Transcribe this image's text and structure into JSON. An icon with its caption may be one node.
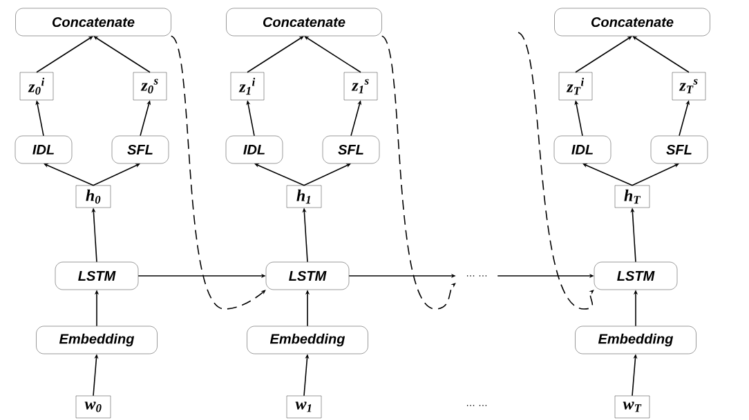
{
  "diagram": {
    "nodes": [
      {
        "text": [
          "Concatenate"
        ]
      },
      {
        "text": [
          "z$_{0}$$^{i}$"
        ]
      },
      {
        "text": [
          "z$_{0}$$^{s}$"
        ]
      },
      {
        "text": [
          "IDL"
        ]
      },
      {
        "text": [
          "SFL"
        ]
      },
      {
        "text": [
          "h$_{0}$"
        ]
      },
      {
        "text": [
          "LSTM"
        ]
      },
      {
        "text": [
          "Embedding"
        ]
      },
      {
        "text": [
          "w$_{0}$"
        ]
      },
      {
        "text": [
          "Concatenate"
        ]
      },
      {
        "text": [
          "z$_{1}$$^{i}$"
        ]
      },
      {
        "text": [
          "z$_{1}$$^{s}$"
        ]
      },
      {
        "text": [
          "IDL"
        ]
      },
      {
        "text": [
          "SFL"
        ]
      },
      {
        "text": [
          "h$_{1}$"
        ]
      },
      {
        "text": [
          "LSTM"
        ]
      },
      {
        "text": [
          "Embedding"
        ]
      },
      {
        "text": [
          "w$_{1}$"
        ]
      },
      {
        "text": [
          "… …"
        ]
      },
      {
        "text": [
          "Concatenate"
        ]
      },
      {
        "text": [
          "z$_{T}$$^{i}$"
        ]
      },
      {
        "text": [
          "z$_{T}$$^{s}$"
        ]
      },
      {
        "text": [
          "IDL"
        ]
      },
      {
        "text": [
          "SFL"
        ]
      },
      {
        "text": [
          "h$_{T}$"
        ]
      },
      {
        "text": [
          "LSTM"
        ]
      },
      {
        "text": [
          "Embedding"
        ]
      },
      {
        "text": [
          "w$_{T}$"
        ]
      }
    ],
    "edges": [
      {
        "from": 8,
        "to": 7,
        "arrow": "to"
      },
      {
        "from": 7,
        "to": 6,
        "arrow": "to"
      },
      {
        "from": 6,
        "to": 5,
        "arrow": "to"
      },
      {
        "from": 5,
        "to": 3,
        "arrow": "to"
      },
      {
        "from": 5,
        "to": 4,
        "arrow": "to"
      },
      {
        "from": 3,
        "to": 1,
        "arrow": "to"
      },
      {
        "from": 4,
        "to": 2,
        "arrow": "to"
      },
      {
        "from": 1,
        "to": 0,
        "arrow": "to"
      },
      {
        "from": 2,
        "to": 0,
        "arrow": "to"
      },
      {
        "from": 17,
        "to": 16,
        "arrow": "to"
      },
      {
        "from": 16,
        "to": 15,
        "arrow": "to"
      },
      {
        "from": 15,
        "to": 14,
        "arrow": "to"
      },
      {
        "from": 14,
        "to": 12,
        "arrow": "to"
      },
      {
        "from": 14,
        "to": 13,
        "arrow": "to"
      },
      {
        "from": 12,
        "to": 10,
        "arrow": "to"
      },
      {
        "from": 13,
        "to": 11,
        "arrow": "to"
      },
      {
        "from": 10,
        "to": 9,
        "arrow": "to"
      },
      {
        "from": 11,
        "to": 9,
        "arrow": "to"
      },
      {
        "from": 27,
        "to": 26,
        "arrow": "to"
      },
      {
        "from": 26,
        "to": 25,
        "arrow": "to"
      },
      {
        "from": 25,
        "to": 24,
        "arrow": "to"
      },
      {
        "from": 24,
        "to": 22,
        "arrow": "to"
      },
      {
        "from": 24,
        "to": 23,
        "arrow": "to"
      },
      {
        "from": 22,
        "to": 20,
        "arrow": "to"
      },
      {
        "from": 23,
        "to": 21,
        "arrow": "to"
      },
      {
        "from": 20,
        "to": 19,
        "arrow": "to"
      },
      {
        "from": 21,
        "to": 19,
        "arrow": "to"
      },
      {
        "from": 6,
        "to": 15,
        "arrow": "to"
      },
      {
        "from": 15,
        "to": 18,
        "arrow": "to"
      },
      {
        "from": 18,
        "to": 25,
        "arrow": "to"
      },
      {
        "from": 0,
        "to": 15,
        "arrow": "to",
        "style": "dashed"
      },
      {
        "from": 9,
        "to": 18,
        "arrow": "to",
        "style": "dashed"
      },
      {
        "from": null,
        "to": 25,
        "arrow": "to",
        "style": "dashed"
      }
    ],
    "labels": [
      "… …"
    ]
  }
}
